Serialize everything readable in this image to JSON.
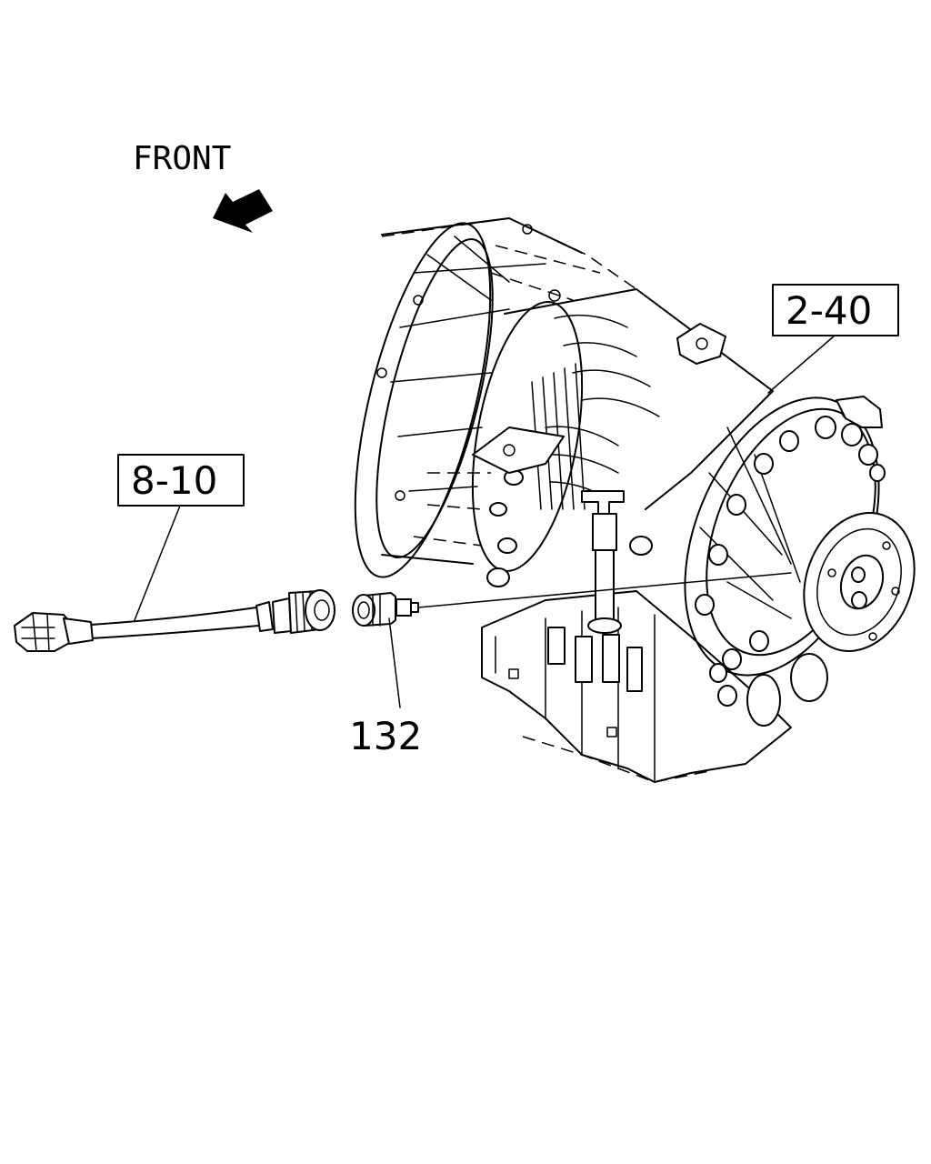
{
  "direction_label": "FRONT",
  "callouts": {
    "transmission_ref": "2-40",
    "harness_ref": "8-10",
    "sensor_part": "132"
  }
}
